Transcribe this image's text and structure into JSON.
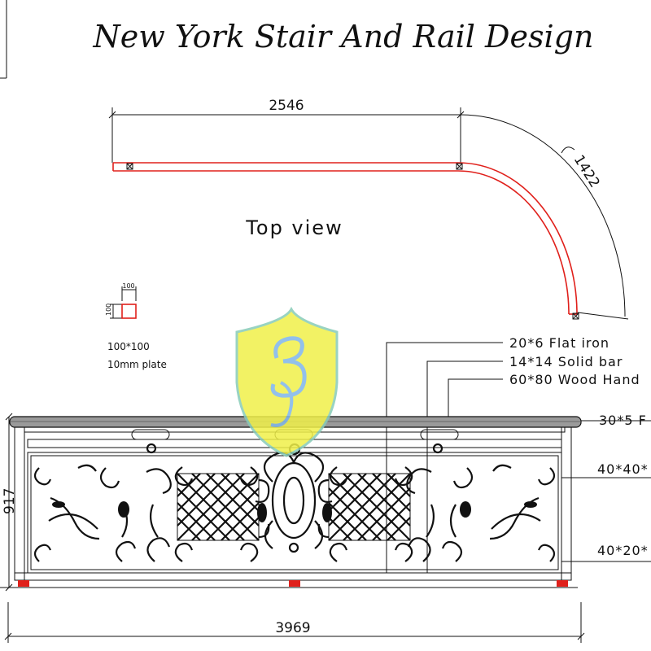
{
  "title": "New York Stair And Rail Design",
  "top_view": {
    "label": "Top view",
    "straight_length": "2546",
    "arc_radius": "1422"
  },
  "post_detail": {
    "width": "100",
    "height": "100",
    "size_label": "100*100",
    "plate_label": "10mm plate"
  },
  "callouts": {
    "flat_iron": "20*6 Flat iron",
    "solid_bar": "14*14 Solid bar",
    "wood_handrail": "60*80 Wood Hand",
    "flat_bar": "30*5 F",
    "tube_upper": "40*40*",
    "tube_lower": "40*20*"
  },
  "elevation": {
    "height": "917",
    "length": "3969"
  },
  "colors": {
    "rail": "#e0201b",
    "line": "#111111",
    "watermark_shield": "#f0f04a",
    "watermark_border": "#88ccb8",
    "watermark_letter": "#7fb6e8"
  }
}
